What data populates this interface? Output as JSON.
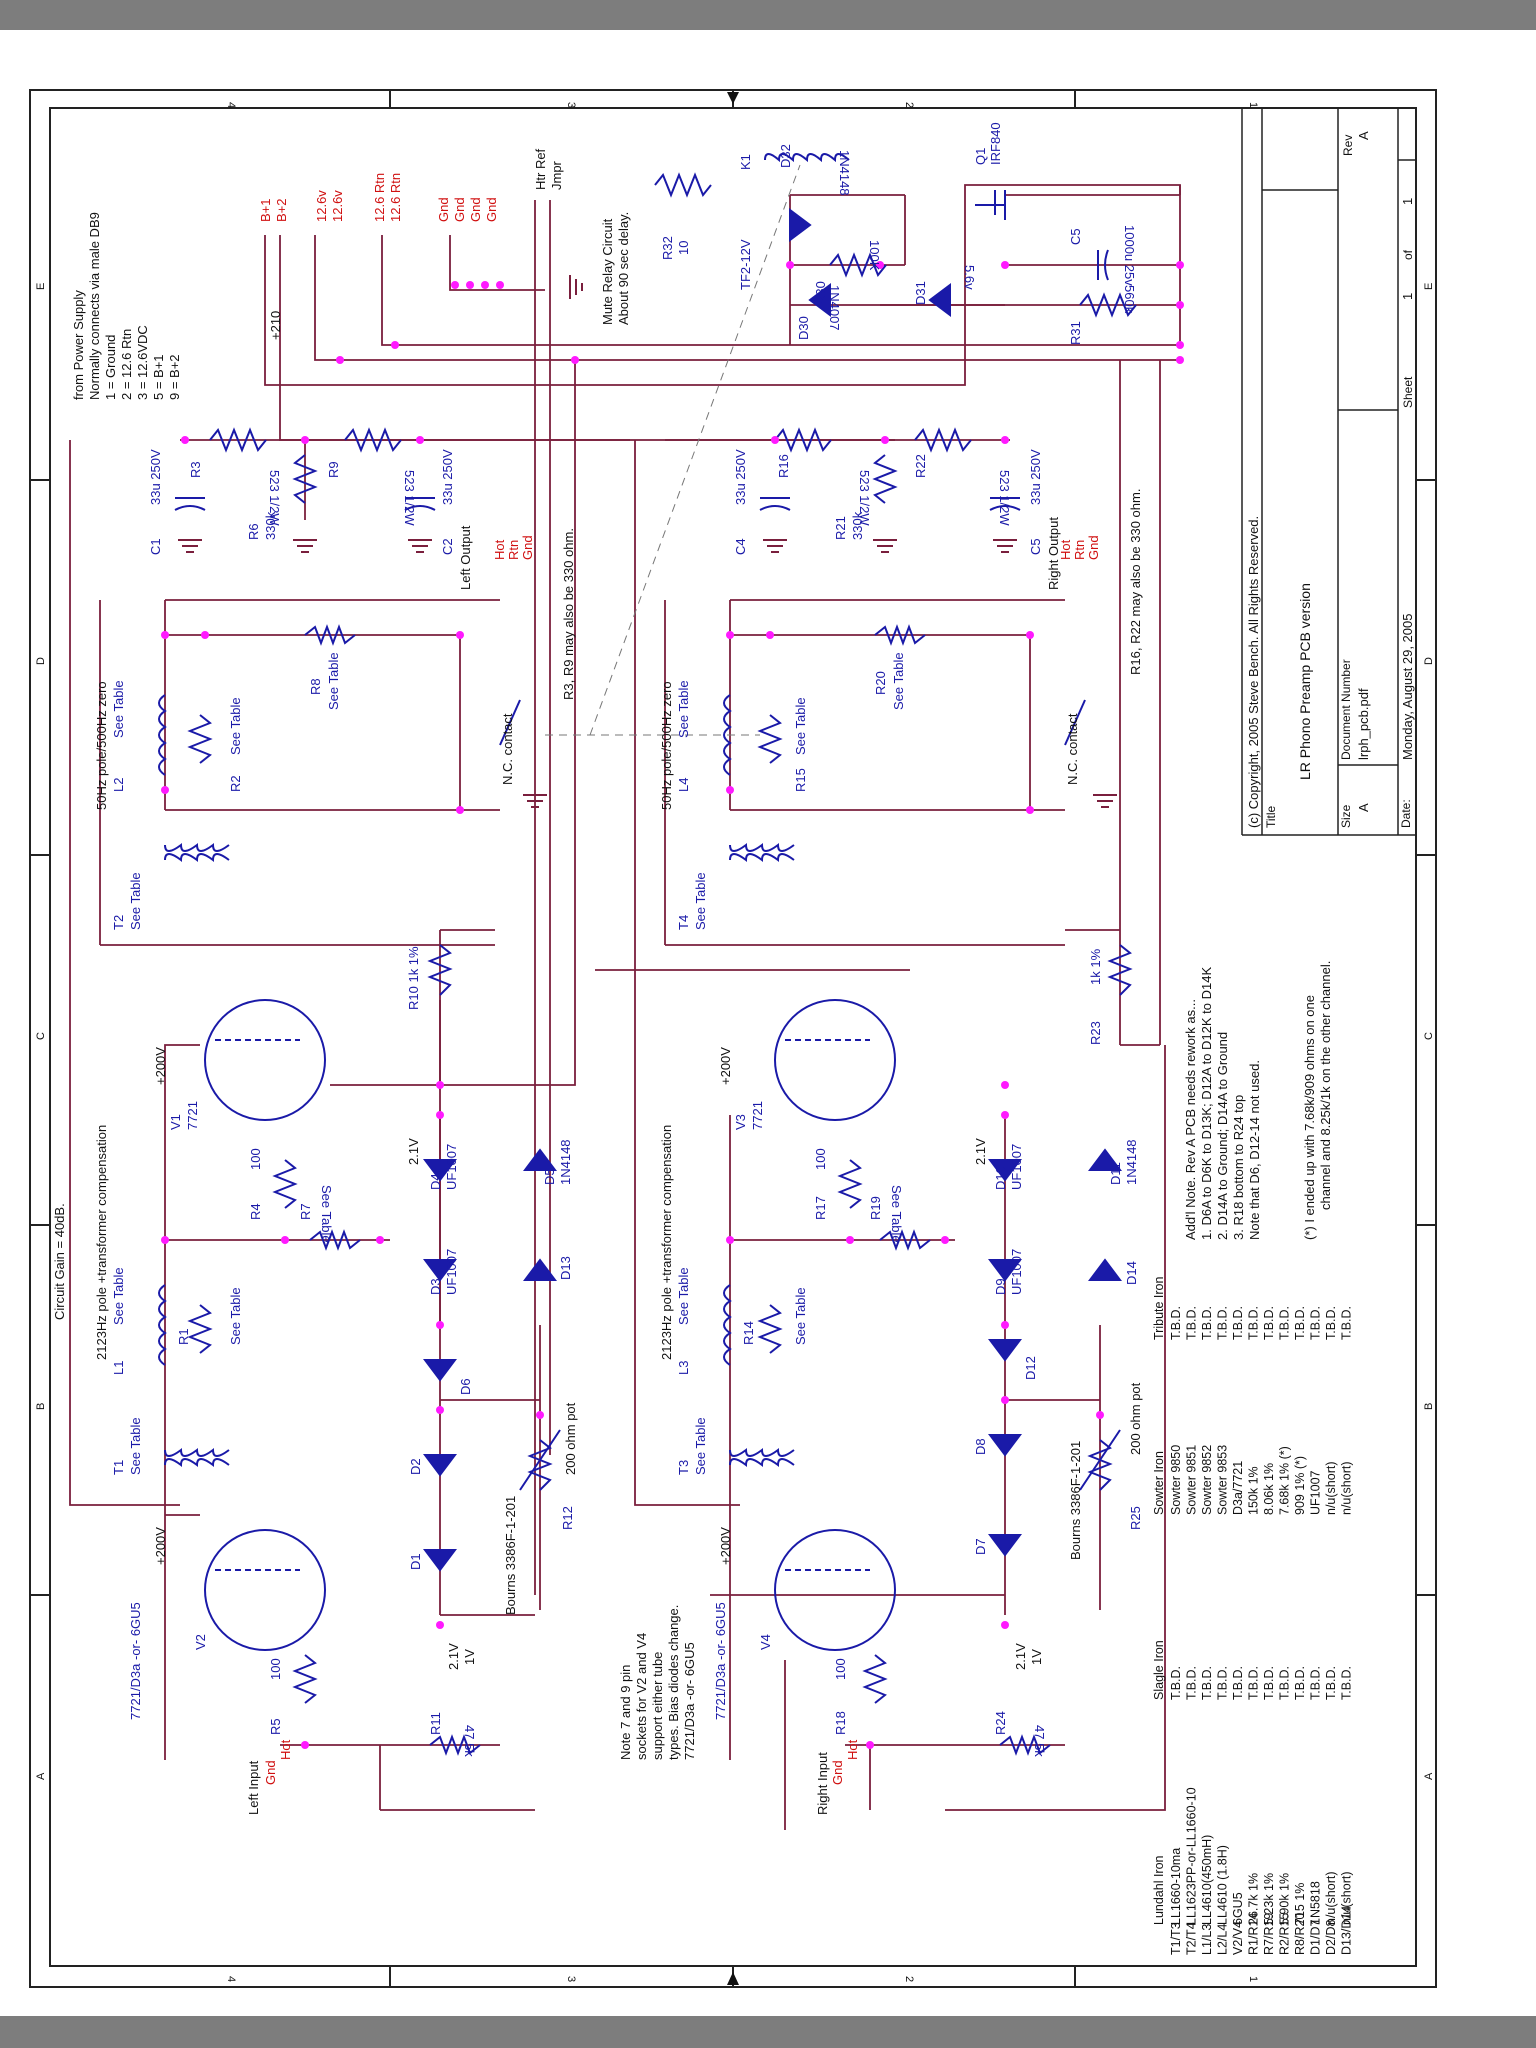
{
  "title_block": {
    "copyright": "(c) Copyright, 2005 Steve Bench.  All Rights Reserved.",
    "title_label": "Title",
    "title": "LR Phono Preamp PCB version",
    "size_label": "Size",
    "size": "A",
    "doc_label": "Document Number",
    "doc": "lrph_pcb.pdf",
    "rev_label": "Rev",
    "rev": "A",
    "date_label": "Date:",
    "date": "Monday, August 29, 2005",
    "sheet_label": "Sheet",
    "sheet_num": "1",
    "sheet_of": "of",
    "sheet_total": "1"
  },
  "border": {
    "cols_top": [
      "4",
      "3",
      "2",
      "1"
    ],
    "cols_bottom": [
      "4",
      "3",
      "2",
      "1"
    ],
    "rows_left": [
      "E",
      "D",
      "C",
      "B",
      "A"
    ],
    "rows_right": [
      "E",
      "D",
      "C",
      "B",
      "A"
    ]
  },
  "notes": {
    "power_supply": [
      "from Power Supply",
      "Normally connects via male DB9",
      "1 = Ground",
      "2 = 12.6 Rtn",
      "3 = 12.6VDC",
      "5 = B+1",
      "9 = B+2"
    ],
    "circuit_gain": "Circuit Gain = 40dB.",
    "r3_r9_note": "R3, R9 may also be 330 ohm.",
    "r16_r22_note": "R16, R22 may also be 330 ohm.",
    "addl_note": [
      "Add'l Note.  Rev A PCB needs rework as...",
      "1. D6A to D6K to D13K; D12A to D12K to D14K",
      "2. D14A to Ground; D14A to Ground",
      "3. R18 bottom to R24 top",
      "Note that D6, D12-14 not used."
    ],
    "footnote": [
      "(*)   I ended up with 7.68k/909 ohms on one",
      "channel and 8.25k/1k on the other channel."
    ],
    "socket_note": [
      "Note 7 and 9 pin",
      "sockets for V2 and V4",
      "support either tube",
      "types. Bias diodes change.",
      "7721/D3a -or- 6GU5"
    ],
    "mute_relay": [
      "Mute Relay Circuit",
      "About 90 sec delay."
    ]
  },
  "connectors": {
    "bplus": [
      "B+1",
      "B+2"
    ],
    "v12": [
      "12.6v",
      "12.6v"
    ],
    "rtn": [
      "12.6 Rtn",
      "12.6 Rtn"
    ],
    "gnd": [
      "Gnd",
      "Gnd",
      "Gnd",
      "Gnd"
    ],
    "htr": [
      "Htr Ref",
      "Jmpr"
    ],
    "left_out": [
      "Hot",
      "Rtn",
      "Gnd"
    ],
    "right_out": [
      "Hot",
      "Rtn",
      "Gnd"
    ],
    "left_in": [
      "Gnd",
      "Hot"
    ],
    "right_in": [
      "Gnd",
      "Hot"
    ]
  },
  "labels": {
    "v210": "+210",
    "left_output": "Left Output",
    "right_output": "Right Output",
    "left_input": "Left Input",
    "right_input": "Right Input",
    "pole_zero": "50Hz pole/500Hz zero",
    "pole_2123": "2123Hz pole   +transformer compensation",
    "pole_2123_b": "2123Hz pole   +transformer compensation",
    "pole_zero_b": "50Hz pole/500Hz zero",
    "nc_contact": "N.C. contact",
    "nc_contact_b": "N.C. contact",
    "bourns": "Bourns 3386F-1-201",
    "bourns_b": "Bourns 3386F-1-201",
    "pot": "200 ohm pot",
    "pot_b": "200 ohm pot",
    "plus200": "+200V",
    "v21": "2.1V",
    "v1": "1V"
  },
  "components": {
    "C1": [
      "C1",
      "33u 250V"
    ],
    "C2": [
      "C2",
      "33u 250V"
    ],
    "C4": [
      "C4",
      "33u 250V"
    ],
    "C5": [
      "C5",
      "33u 250V"
    ],
    "R3": [
      "R3",
      "523 1/2W"
    ],
    "R9": [
      "R9",
      "523 1/2W"
    ],
    "R16": [
      "R16",
      "523 1/2W"
    ],
    "R22": [
      "R22",
      "523 1/2W"
    ],
    "R6": [
      "R6",
      "330k"
    ],
    "R21": [
      "R21",
      "330k"
    ],
    "R8": [
      "R8",
      "See Table"
    ],
    "R20": [
      "R20",
      "See Table"
    ],
    "L2": [
      "L2",
      "See Table"
    ],
    "L4": [
      "L4",
      "See Table"
    ],
    "R2": [
      "R2",
      "See Table"
    ],
    "R15": [
      "R15",
      "See Table"
    ],
    "T2": [
      "T2",
      "See Table"
    ],
    "T4": [
      "T4",
      "See Table"
    ],
    "V1": [
      "V1",
      "7721"
    ],
    "V3": [
      "V3",
      "7721"
    ],
    "R10": [
      "R10 1k 1%"
    ],
    "R23": [
      "R23",
      "1k 1%"
    ],
    "R4": [
      "R4",
      "100"
    ],
    "R17": [
      "R17",
      "100"
    ],
    "R7": [
      "R7",
      "See Table"
    ],
    "R19": [
      "R19",
      "See Table"
    ],
    "D4": [
      "D4",
      "UF1007"
    ],
    "D10": [
      "D10",
      "UF1007"
    ],
    "D3": [
      "D3",
      "UF1007"
    ],
    "D9": [
      "D9",
      "UF1007"
    ],
    "D5": [
      "D5",
      "1N4148"
    ],
    "D11": [
      "D11",
      "1N4148"
    ],
    "L1": [
      "L1",
      "See Table"
    ],
    "L3": [
      "L3",
      "See Table"
    ],
    "R1": [
      "R1",
      "See Table"
    ],
    "R14": [
      "R14",
      "See Table"
    ],
    "T1": [
      "T1",
      "See Table"
    ],
    "T3": [
      "T3",
      "See Table"
    ],
    "V2": [
      "V2",
      "7721/D3a -or- 6GU5"
    ],
    "V4": [
      "V4",
      "7721/D3a -or- 6GU5"
    ],
    "R5": [
      "R5",
      "100"
    ],
    "R18": [
      "R18",
      "100"
    ],
    "R11": [
      "R11",
      "47.5k"
    ],
    "R24": [
      "R24",
      "47.5k"
    ],
    "R12": [
      "R12"
    ],
    "R25": [
      "R25"
    ],
    "D1": [
      "D1"
    ],
    "D2": [
      "D2"
    ],
    "D6": [
      "D6"
    ],
    "D13": [
      "D13"
    ],
    "D7": [
      "D7"
    ],
    "D8": [
      "D8"
    ],
    "D12": [
      "D12"
    ],
    "D14": [
      "D14"
    ],
    "K1": [
      "K1",
      "TF2-12V"
    ],
    "D32": [
      "D32",
      "1N4148"
    ],
    "Q1": [
      "Q1",
      "IRF840"
    ],
    "C5b": [
      "C5",
      "1000u 25v"
    ],
    "R32": [
      "R32",
      "10"
    ],
    "R30": [
      "R30",
      "100K"
    ],
    "D30": [
      "D30",
      "1N4007"
    ],
    "D31": [
      "D31",
      "5.6v"
    ],
    "R31": [
      "R31",
      "560k"
    ]
  },
  "parts_table": {
    "headers": [
      "",
      "Lundahl Iron",
      "Slagle Iron",
      "Sowter Iron",
      "Tribute Iron"
    ],
    "rows": [
      [
        "T1/T3",
        "LL1660-10ma",
        "T.B.D.",
        "Sowter 9850",
        "T.B.D."
      ],
      [
        "T2/T4",
        "LL1623PP-or-LL1660-10",
        "T.B.D.",
        "Sowter 9851",
        "T.B.D."
      ],
      [
        "L1/L3",
        "LL4610(450mH)",
        "T.B.D.",
        "Sowter 9852",
        "T.B.D."
      ],
      [
        "L2/L4",
        "LL4610 (1.8H)",
        "T.B.D.",
        "Sowter 9853",
        "T.B.D."
      ],
      [
        "V2/V4",
        "6GU5",
        "T.B.D.",
        "D3a/7721",
        "T.B.D."
      ],
      [
        "R1/R14",
        "26.7k 1%",
        "T.B.D.",
        "150k 1%",
        "T.B.D."
      ],
      [
        "R7/R19",
        "5.23k 1%",
        "T.B.D.",
        "8.06k 1%",
        "T.B.D."
      ],
      [
        "R2/R15",
        "5.90k 1%",
        "T.B.D.",
        "7.68k 1%   (*)",
        "T.B.D."
      ],
      [
        "R8/R20",
        "715 1%",
        "T.B.D.",
        "909 1%   (*)",
        "T.B.D."
      ],
      [
        "D1/D7",
        "1N5818",
        "T.B.D.",
        "UF1007",
        "T.B.D."
      ],
      [
        "D2/D8",
        "n/u(short)",
        "T.B.D.",
        "n/u(short)",
        "T.B.D."
      ],
      [
        "D13/D14",
        "n/u(short)",
        "T.B.D.",
        "n/u(short)",
        "T.B.D."
      ]
    ]
  },
  "colors": {
    "wire": "#7a1f3d",
    "component": "#1a1aa8",
    "junction": "#ff1aff",
    "text": "#111111",
    "red_text": "#d01010",
    "viewer_bar": "#7d7d7d"
  }
}
